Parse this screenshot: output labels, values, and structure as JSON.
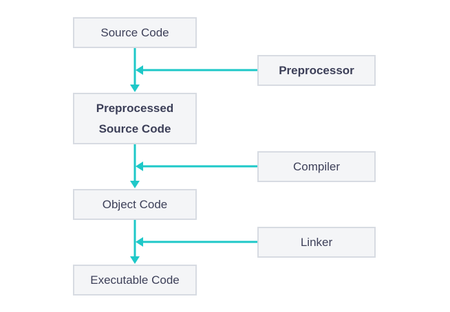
{
  "diagram": {
    "accent_color": "#1ec8c8",
    "stages": [
      {
        "label_lines": [
          "Source Code"
        ],
        "bold": false
      },
      {
        "label_lines": [
          "Preprocessed",
          "Source Code"
        ],
        "bold": true
      },
      {
        "label_lines": [
          "Object Code"
        ],
        "bold": false
      },
      {
        "label_lines": [
          "Executable Code"
        ],
        "bold": false
      }
    ],
    "tools": [
      {
        "label": "Preprocessor",
        "bold": true
      },
      {
        "label": "Compiler",
        "bold": false
      },
      {
        "label": "Linker",
        "bold": false
      }
    ]
  }
}
